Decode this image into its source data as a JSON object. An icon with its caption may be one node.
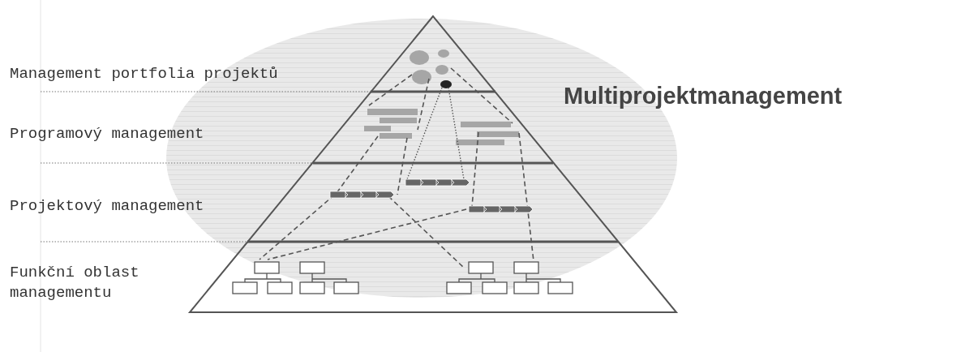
{
  "diagram": {
    "title": "Multiprojektmanagement",
    "labels": [
      "Management portfolia projektů",
      "Programový management",
      "Projektový management",
      "Funkční oblast managementu"
    ]
  }
}
